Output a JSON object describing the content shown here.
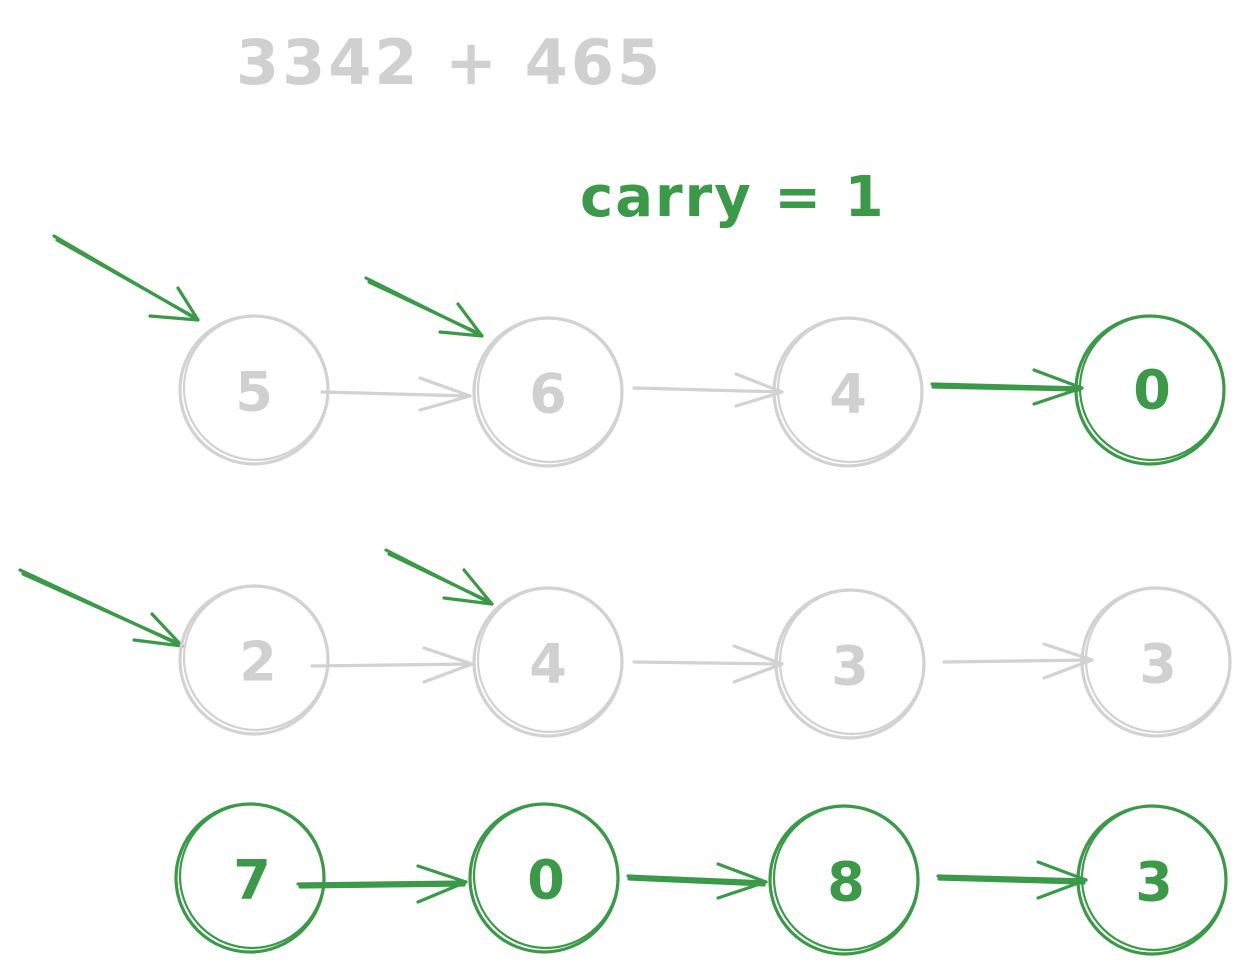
{
  "equation": "3342 + 465",
  "carry_label": "carry = 1",
  "colors": {
    "inactive": "#d2d2d2",
    "active": "#3a9a47",
    "background": "#ffffff"
  },
  "lists": [
    {
      "name": "first-operand",
      "nodes": [
        {
          "value": "5",
          "state": "inactive"
        },
        {
          "value": "6",
          "state": "inactive"
        },
        {
          "value": "4",
          "state": "inactive"
        },
        {
          "value": "0",
          "state": "active"
        }
      ]
    },
    {
      "name": "second-operand",
      "nodes": [
        {
          "value": "2",
          "state": "inactive"
        },
        {
          "value": "4",
          "state": "inactive"
        },
        {
          "value": "3",
          "state": "inactive"
        },
        {
          "value": "3",
          "state": "inactive"
        }
      ]
    },
    {
      "name": "result",
      "nodes": [
        {
          "value": "7",
          "state": "active"
        },
        {
          "value": "0",
          "state": "active"
        },
        {
          "value": "8",
          "state": "active"
        },
        {
          "value": "3",
          "state": "active"
        }
      ]
    }
  ]
}
